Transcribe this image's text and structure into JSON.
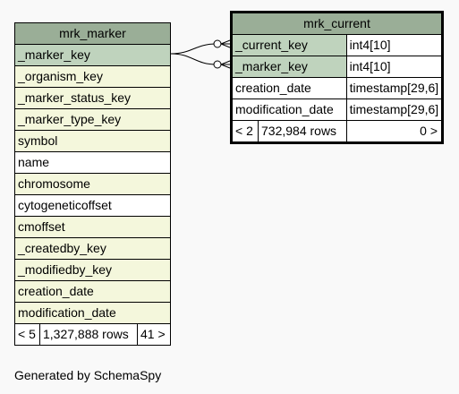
{
  "colors": {
    "header": "#9aae97",
    "key_row": "#bfd3bd",
    "fk_row": "#f4f7dc",
    "plain_row": "#ffffff",
    "background": "#f9f9f9"
  },
  "mrk_marker": {
    "title": "mrk_marker",
    "rows": [
      {
        "label": "_marker_key",
        "kind": "key"
      },
      {
        "label": "_organism_key",
        "kind": "fk"
      },
      {
        "label": "_marker_status_key",
        "kind": "fk"
      },
      {
        "label": "_marker_type_key",
        "kind": "fk"
      },
      {
        "label": "symbol",
        "kind": "fk"
      },
      {
        "label": "name",
        "kind": "plain"
      },
      {
        "label": "chromosome",
        "kind": "fk"
      },
      {
        "label": "cytogeneticoffset",
        "kind": "plain"
      },
      {
        "label": "cmoffset",
        "kind": "fk"
      },
      {
        "label": "_createdby_key",
        "kind": "fk"
      },
      {
        "label": "_modifiedby_key",
        "kind": "fk"
      },
      {
        "label": "creation_date",
        "kind": "fk"
      },
      {
        "label": "modification_date",
        "kind": "fk"
      }
    ],
    "footer": {
      "left": "< 5",
      "rows": "1,327,888 rows",
      "right": "41 >"
    }
  },
  "mrk_current": {
    "title": "mrk_current",
    "rows": [
      {
        "label": "_current_key",
        "type": "int4[10]",
        "kind": "key"
      },
      {
        "label": "_marker_key",
        "type": "int4[10]",
        "kind": "key"
      },
      {
        "label": "creation_date",
        "type": "timestamp[29,6]",
        "kind": "plain"
      },
      {
        "label": "modification_date",
        "type": "timestamp[29,6]",
        "kind": "plain"
      }
    ],
    "footer": {
      "left": "< 2",
      "rows": "732,984 rows",
      "right": "0 >"
    }
  },
  "generated_by": "Generated by SchemaSpy"
}
